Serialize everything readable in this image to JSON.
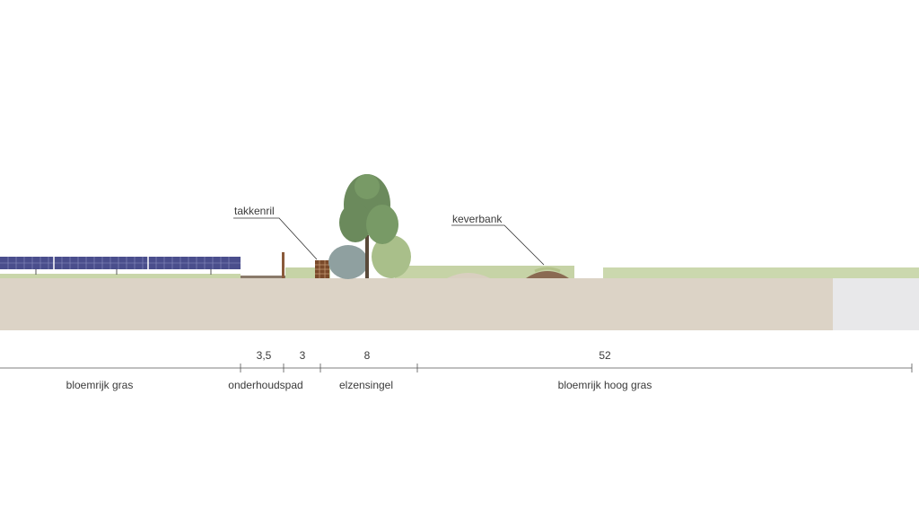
{
  "callouts": {
    "takkenril": "takkenril",
    "keverbank": "keverbank"
  },
  "dimensions": [
    "3,5",
    "3",
    "8",
    "52"
  ],
  "zones": [
    "bloemrijk gras",
    "onderhoudspad",
    "elzensingel",
    "bloemrijk hoog gras"
  ],
  "colors": {
    "ground": "#dcd3c6",
    "paving": "#e8e8ea",
    "solar_panel": "#4a4e8c",
    "grass": "#c6d3a6",
    "tree_dark": "#6b8a5c",
    "tree_light": "#a9bf8a",
    "shrub": "#8fa0a0",
    "fence": "#7a4a2a",
    "line": "#555555"
  },
  "icons": [
    "solar-panel-icon",
    "tree-icon",
    "shrub-icon",
    "branch-hedge-icon",
    "beetle-bank-icon"
  ]
}
